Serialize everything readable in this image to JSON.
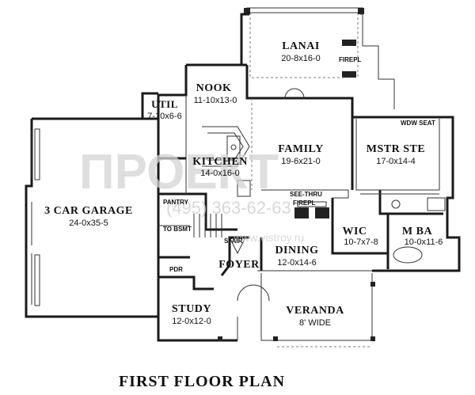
{
  "rooms": {
    "lanai": {
      "name": "LANAI",
      "dims": "20-8x16-0"
    },
    "nook": {
      "name": "NOOK",
      "dims": "11-10x13-0"
    },
    "util": {
      "name": "UTIL",
      "dims": "7-10x6-6"
    },
    "kitchen": {
      "name": "KITCHEN",
      "dims": "14-0x16-0"
    },
    "family": {
      "name": "FAMILY",
      "dims": "19-6x21-0"
    },
    "mstr_ste": {
      "name": "MSTR STE",
      "dims": "17-0x14-4"
    },
    "garage": {
      "name": "3 CAR GARAGE",
      "dims": "24-0x35-5"
    },
    "dining": {
      "name": "DINING",
      "dims": "12-0x14-6"
    },
    "wic": {
      "name": "WIC",
      "dims": "10-7x7-8"
    },
    "m_ba": {
      "name": "M BA",
      "dims": "10-0x11-6"
    },
    "foyer": {
      "name": "FOYER",
      "dims": ""
    },
    "study": {
      "name": "STUDY",
      "dims": "12-0x12-0"
    },
    "veranda": {
      "name": "VERANDA",
      "dims": "8' WIDE"
    }
  },
  "labels": {
    "firepl": "FIREPL",
    "wdw_seat": "WDW SEAT",
    "see_thru": "SEE-THRU",
    "firepl2": "FIREPL",
    "pantry": "PANTRY",
    "to_bsmt": "TO BSMT",
    "stair": "STAIR",
    "pdr": "PDR"
  },
  "watermark": {
    "logo": "ПРОЕКТ",
    "phone": "(495) 363-62-63",
    "site": "www.vistroy.ru"
  },
  "title": "FIRST FLOOR PLAN"
}
